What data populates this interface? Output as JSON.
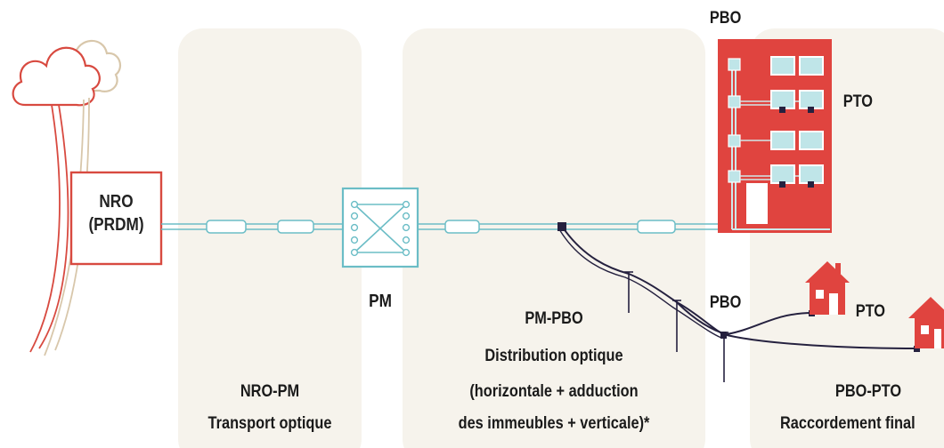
{
  "nro_box": {
    "line1": "NRO",
    "line2": "(PRDM)"
  },
  "pm_label": "PM",
  "pbo_building_label": "PBO",
  "pto_building_label": "PTO",
  "pbo_house_label": "PBO",
  "pto_house_label": "PTO",
  "section_nro_pm": {
    "title": "NRO-PM",
    "subtitle": "Transport optique"
  },
  "section_pm_pbo": {
    "title": "PM-PBO",
    "line1": "Distribution optique",
    "line2": "(horizontale + adduction",
    "line3": "des immeubles + verticale)*"
  },
  "section_pbo_pto": {
    "title": "PBO-PTO",
    "subtitle": "Raccordement final"
  },
  "colors": {
    "nro_red": "#d84a40",
    "building_red": "#e0443f",
    "cloud_beige": "#d8c7ab",
    "fiber_teal": "#6bbdc6",
    "panel_bg": "#f6f3ec",
    "cable_dark": "#25213f"
  }
}
